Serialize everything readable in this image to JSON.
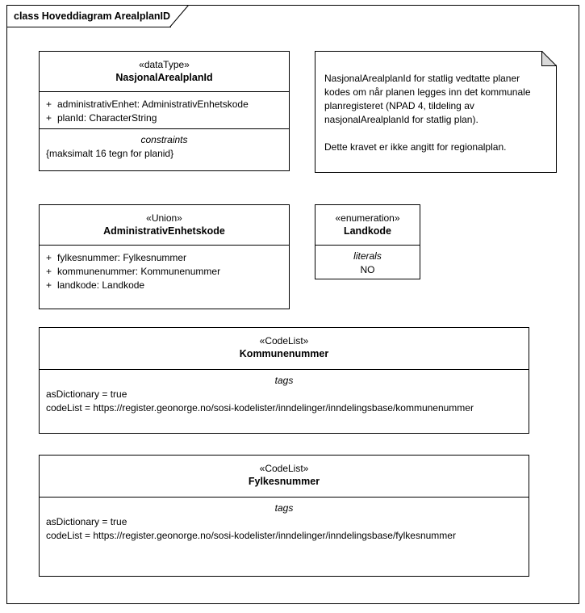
{
  "diagram": {
    "title": "class Hoveddiagram ArealplanID",
    "frame_color": "#000000",
    "background": "#ffffff",
    "fold_fill": "#d9d9d9"
  },
  "classes": {
    "nasjonal_arealplan_id": {
      "stereotype": "«dataType»",
      "name": "NasjonalArealplanId",
      "attributes": [
        {
          "visibility": "+",
          "text": "administrativEnhet: AdministrativEnhetskode"
        },
        {
          "visibility": "+",
          "text": "planId: CharacterString"
        }
      ],
      "constraints_title": "constraints",
      "constraints": [
        "{maksimalt 16 tegn for planid}"
      ]
    },
    "administrativ_enhetskode": {
      "stereotype": "«Union»",
      "name": "AdministrativEnhetskode",
      "attributes": [
        {
          "visibility": "+",
          "text": "fylkesnummer: Fylkesnummer"
        },
        {
          "visibility": "+",
          "text": "kommunenummer: Kommunenummer"
        },
        {
          "visibility": "+",
          "text": "landkode: Landkode"
        }
      ]
    },
    "landkode": {
      "stereotype": "«enumeration»",
      "name": "Landkode",
      "literals_title": "literals",
      "literals": [
        "NO"
      ]
    },
    "kommunenummer": {
      "stereotype": "«CodeList»",
      "name": "Kommunenummer",
      "tags_title": "tags",
      "tags": [
        "asDictionary = true",
        "codeList = https://register.geonorge.no/sosi-kodelister/inndelinger/inndelingsbase/kommunenummer"
      ]
    },
    "fylkesnummer": {
      "stereotype": "«CodeList»",
      "name": "Fylkesnummer",
      "tags_title": "tags",
      "tags": [
        "asDictionary = true",
        "codeList = https://register.geonorge.no/sosi-kodelister/inndelinger/inndelingsbase/fylkesnummer"
      ]
    }
  },
  "note": {
    "paragraphs": [
      "NasjonalArealplanId for statlig vedtatte planer kodes om når planen legges inn det kommunale planregisteret (NPAD 4, tildeling av nasjonalArealplanId for statlig plan).",
      "Dette kravet er ikke angitt for regionalplan."
    ]
  }
}
